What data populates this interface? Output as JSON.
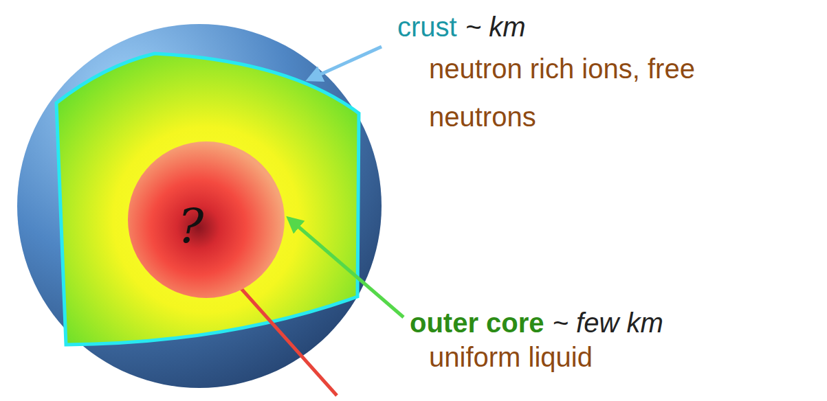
{
  "diagram": {
    "nodes": [
      {
        "text": [
          "?"
        ]
      }
    ],
    "labels": [
      "crust",
      "~ km",
      "neutron rich ions, free neutrons",
      "outer core",
      "~ few km",
      "uniform liquid"
    ]
  }
}
